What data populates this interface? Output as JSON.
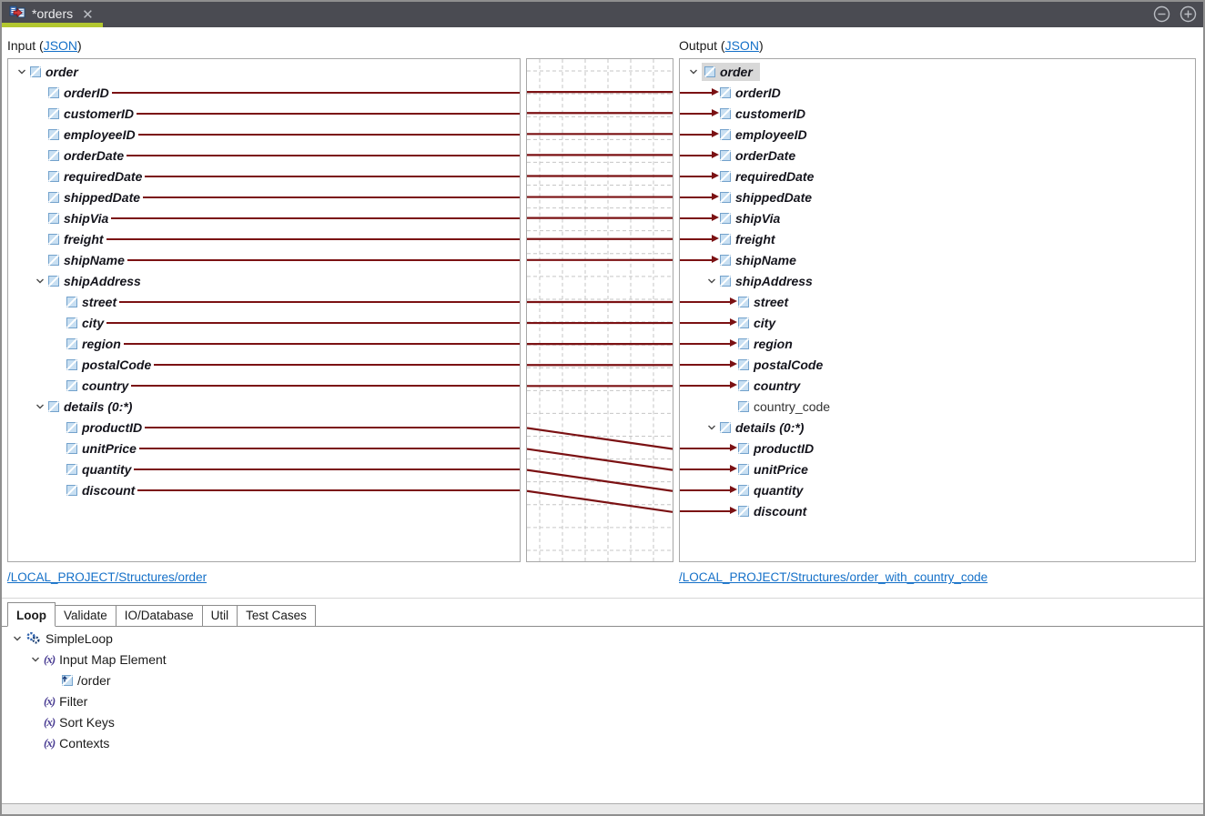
{
  "window": {
    "tab_title": "*orders"
  },
  "input": {
    "header_prefix": "Input (",
    "header_link": "JSON",
    "header_suffix": ")",
    "footer_link": "/LOCAL_PROJECT/Structures/order",
    "tree": [
      {
        "label": "order",
        "depth": 0,
        "expanded": true,
        "mapped": false
      },
      {
        "label": "orderID",
        "depth": 1,
        "mapped": true
      },
      {
        "label": "customerID",
        "depth": 1,
        "mapped": true
      },
      {
        "label": "employeeID",
        "depth": 1,
        "mapped": true
      },
      {
        "label": "orderDate",
        "depth": 1,
        "mapped": true
      },
      {
        "label": "requiredDate",
        "depth": 1,
        "mapped": true
      },
      {
        "label": "shippedDate",
        "depth": 1,
        "mapped": true
      },
      {
        "label": "shipVia",
        "depth": 1,
        "mapped": true
      },
      {
        "label": "freight",
        "depth": 1,
        "mapped": true
      },
      {
        "label": "shipName",
        "depth": 1,
        "mapped": true
      },
      {
        "label": "shipAddress",
        "depth": 1,
        "expanded": true,
        "mapped": false
      },
      {
        "label": "street",
        "depth": 2,
        "mapped": true
      },
      {
        "label": "city",
        "depth": 2,
        "mapped": true
      },
      {
        "label": "region",
        "depth": 2,
        "mapped": true
      },
      {
        "label": "postalCode",
        "depth": 2,
        "mapped": true
      },
      {
        "label": "country",
        "depth": 2,
        "mapped": true
      },
      {
        "label": "details (0:*)",
        "depth": 1,
        "expanded": true,
        "mapped": false
      },
      {
        "label": "productID",
        "depth": 2,
        "mapped": true
      },
      {
        "label": "unitPrice",
        "depth": 2,
        "mapped": true
      },
      {
        "label": "quantity",
        "depth": 2,
        "mapped": true
      },
      {
        "label": "discount",
        "depth": 2,
        "mapped": true
      }
    ]
  },
  "output": {
    "header_prefix": "Output (",
    "header_link": "JSON",
    "header_suffix": ")",
    "footer_link": "/LOCAL_PROJECT/Structures/order_with_country_code",
    "tree": [
      {
        "label": "order",
        "depth": 0,
        "expanded": true,
        "mapped": false,
        "selected": true
      },
      {
        "label": "orderID",
        "depth": 1,
        "mapped": true
      },
      {
        "label": "customerID",
        "depth": 1,
        "mapped": true
      },
      {
        "label": "employeeID",
        "depth": 1,
        "mapped": true
      },
      {
        "label": "orderDate",
        "depth": 1,
        "mapped": true
      },
      {
        "label": "requiredDate",
        "depth": 1,
        "mapped": true
      },
      {
        "label": "shippedDate",
        "depth": 1,
        "mapped": true
      },
      {
        "label": "shipVia",
        "depth": 1,
        "mapped": true
      },
      {
        "label": "freight",
        "depth": 1,
        "mapped": true
      },
      {
        "label": "shipName",
        "depth": 1,
        "mapped": true
      },
      {
        "label": "shipAddress",
        "depth": 1,
        "expanded": true,
        "mapped": false
      },
      {
        "label": "street",
        "depth": 2,
        "mapped": true
      },
      {
        "label": "city",
        "depth": 2,
        "mapped": true
      },
      {
        "label": "region",
        "depth": 2,
        "mapped": true
      },
      {
        "label": "postalCode",
        "depth": 2,
        "mapped": true
      },
      {
        "label": "country",
        "depth": 2,
        "mapped": true
      },
      {
        "label": "country_code",
        "depth": 2,
        "mapped": false,
        "plain": true
      },
      {
        "label": "details (0:*)",
        "depth": 1,
        "expanded": true,
        "mapped": false
      },
      {
        "label": "productID",
        "depth": 2,
        "mapped": true
      },
      {
        "label": "unitPrice",
        "depth": 2,
        "mapped": true
      },
      {
        "label": "quantity",
        "depth": 2,
        "mapped": true
      },
      {
        "label": "discount",
        "depth": 2,
        "mapped": true
      }
    ]
  },
  "loop_panel": {
    "tabs": [
      {
        "label": "Loop",
        "active": true
      },
      {
        "label": "Validate",
        "active": false
      },
      {
        "label": "IO/Database",
        "active": false
      },
      {
        "label": "Util",
        "active": false
      },
      {
        "label": "Test Cases",
        "active": false
      }
    ],
    "tree": [
      {
        "label": "SimpleLoop",
        "depth": 0,
        "expanded": true,
        "icon": "gears"
      },
      {
        "label": "Input Map Element",
        "depth": 1,
        "expanded": true,
        "icon": "fx"
      },
      {
        "label": "/order",
        "depth": 2,
        "icon": "element-ref"
      },
      {
        "label": "Filter",
        "depth": 1,
        "icon": "fx"
      },
      {
        "label": "Sort Keys",
        "depth": 1,
        "icon": "fx"
      },
      {
        "label": "Contexts",
        "depth": 1,
        "icon": "fx"
      }
    ]
  },
  "colors": {
    "accent_line": "#7B1113",
    "tab_bar_bg": "#4A4B52",
    "active_tab_underline": "#B2C72F",
    "link_blue": "#1470C8",
    "selection_gray": "#D8D8D8"
  }
}
